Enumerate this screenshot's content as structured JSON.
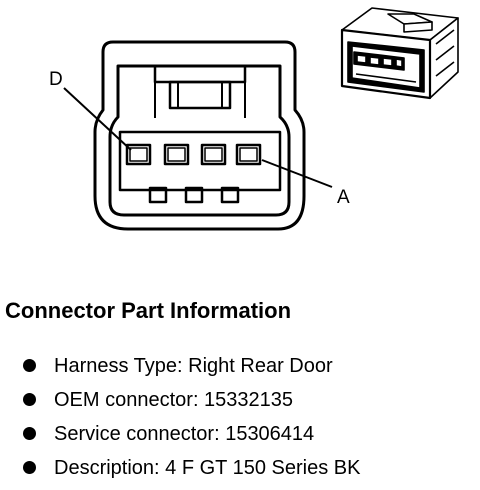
{
  "diagram": {
    "callouts": {
      "d": "D",
      "a": "A"
    }
  },
  "info": {
    "title": "Connector Part Information",
    "items": [
      "Harness Type: Right Rear Door",
      "OEM connector: 15332135",
      "Service connector: 15306414",
      "Description: 4 F GT 150 Series BK"
    ]
  },
  "icons": [
    "connector-face-icon",
    "connector-isometric-icon",
    "bullet-icon"
  ]
}
